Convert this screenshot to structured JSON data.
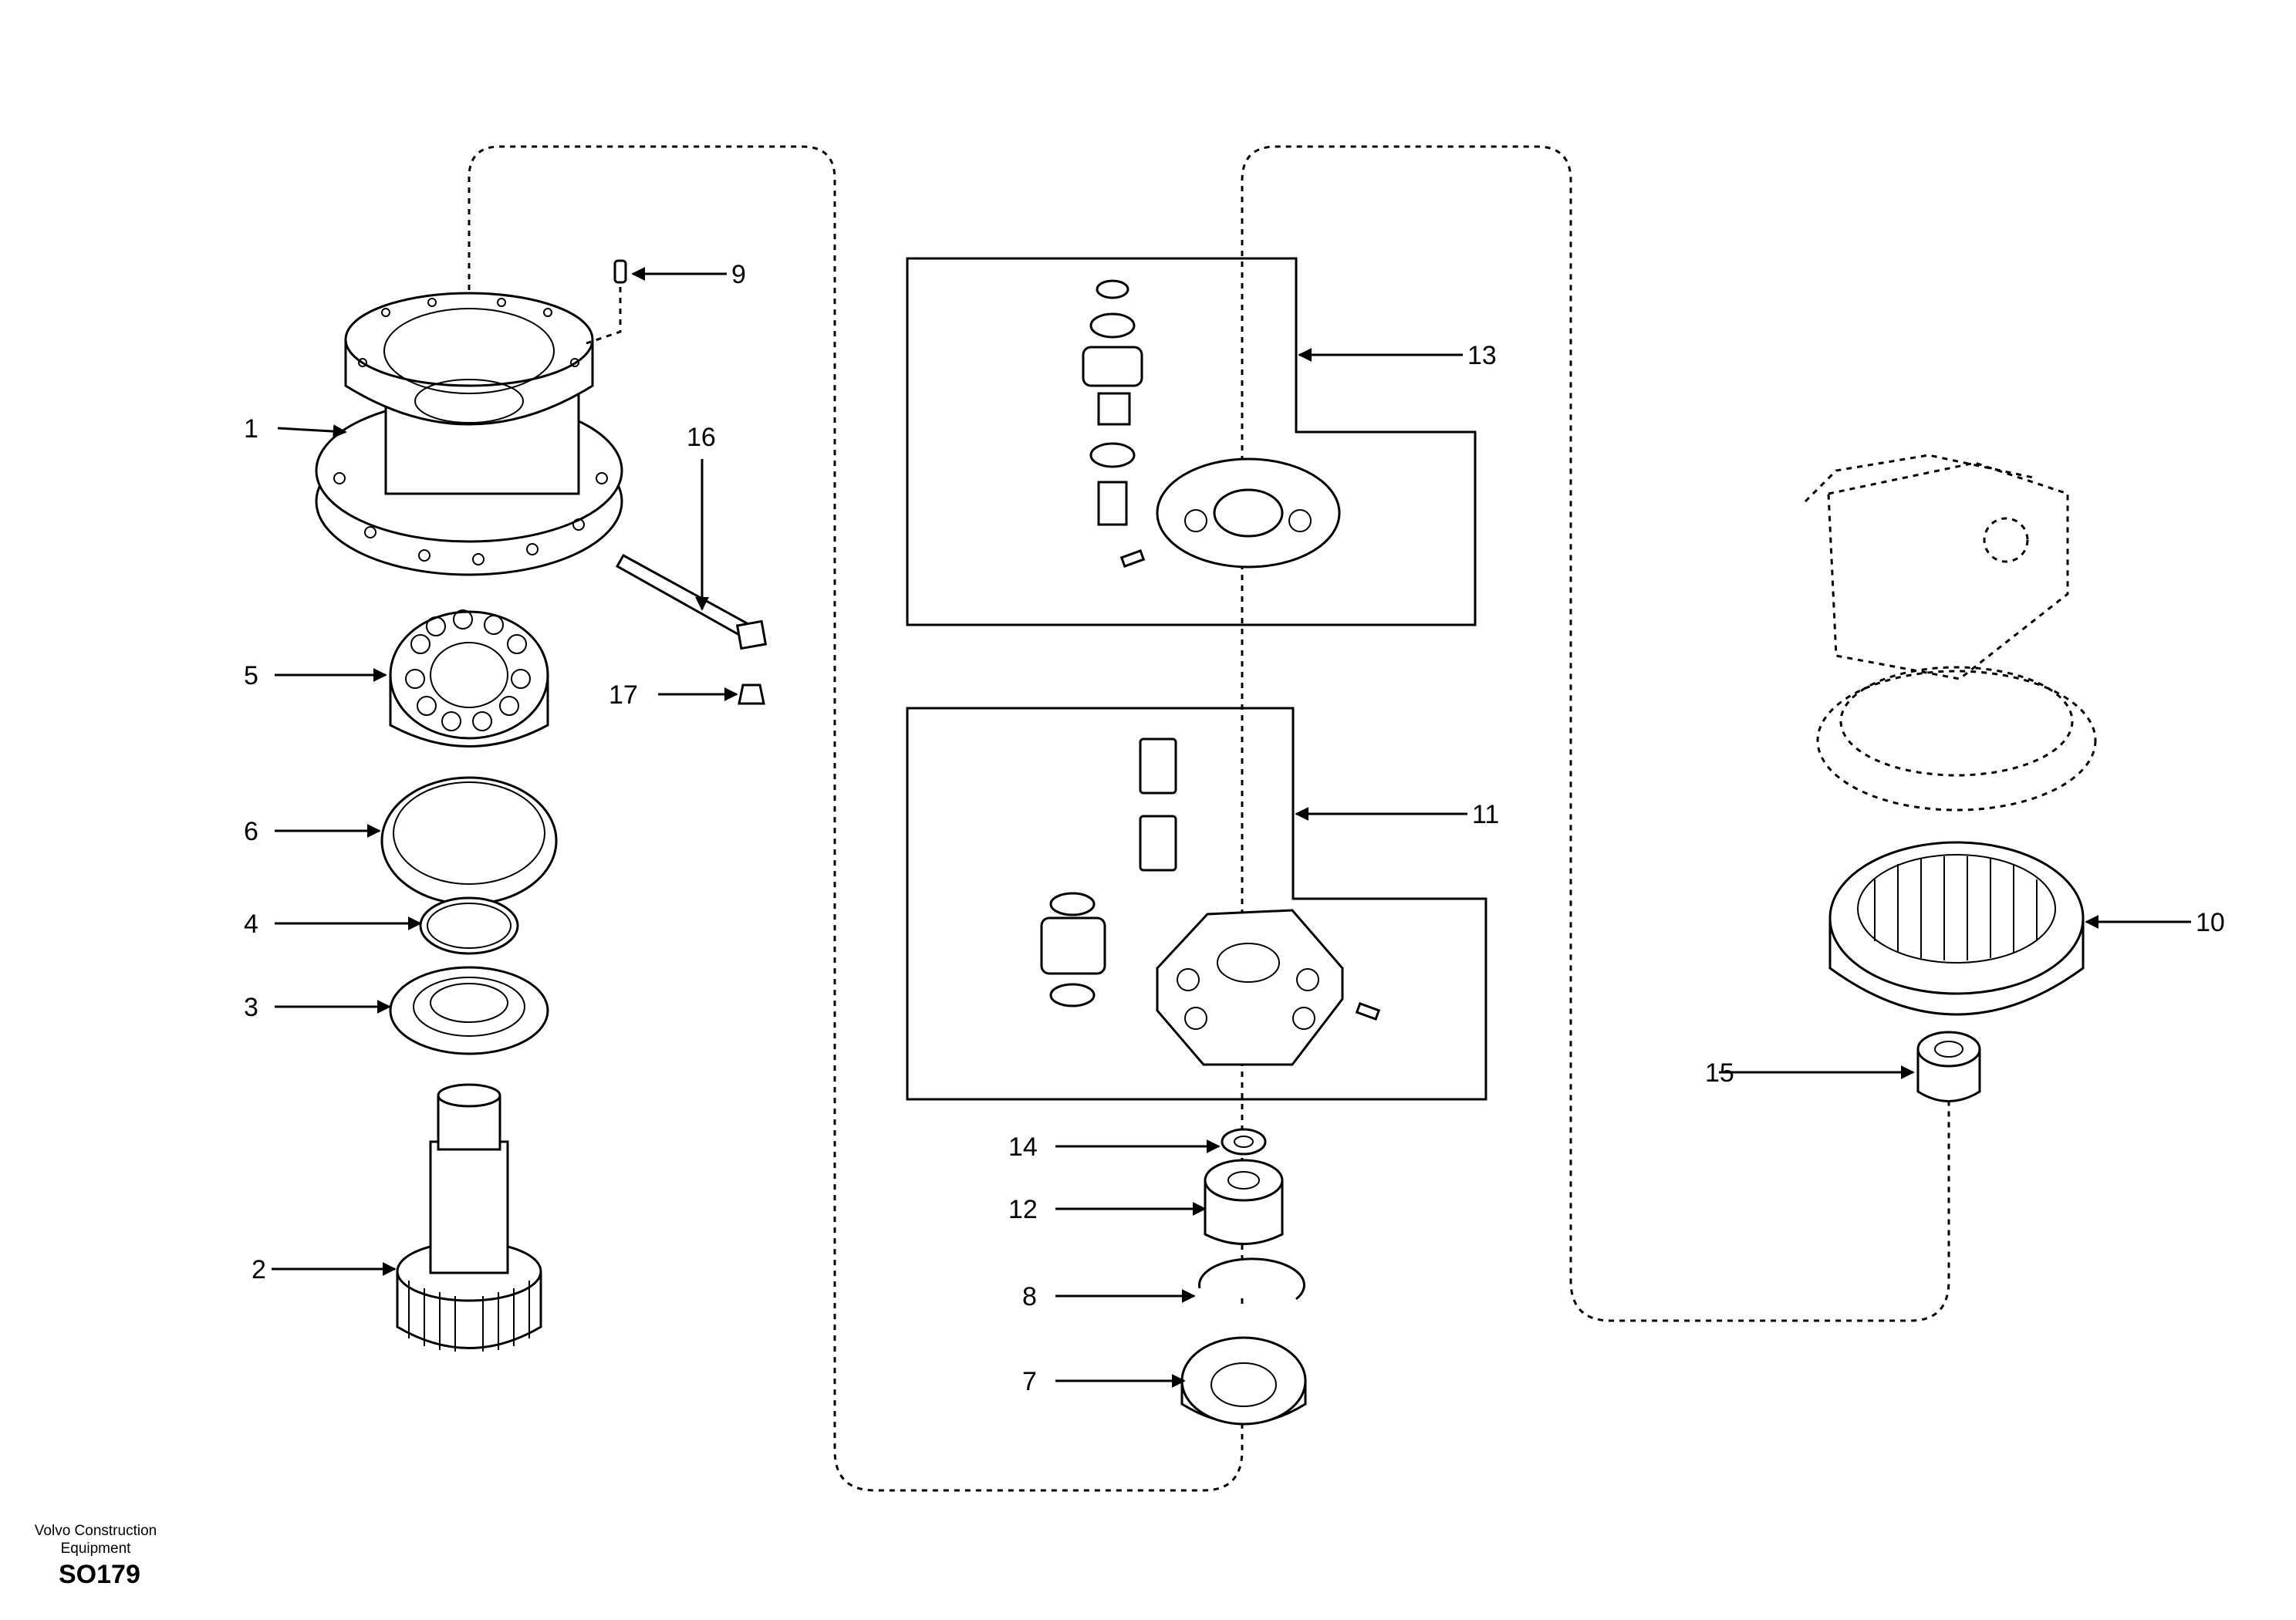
{
  "footer": {
    "brand_line1": "Volvo Construction",
    "brand_line2": "Equipment",
    "figure_code": "SO179"
  },
  "callouts": {
    "c1": "1",
    "c2": "2",
    "c3": "3",
    "c4": "4",
    "c5": "5",
    "c6": "6",
    "c7": "7",
    "c8": "8",
    "c9": "9",
    "c10": "10",
    "c11": "11",
    "c12": "12",
    "c13": "13",
    "c14": "14",
    "c15": "15",
    "c16": "16",
    "c17": "17"
  }
}
